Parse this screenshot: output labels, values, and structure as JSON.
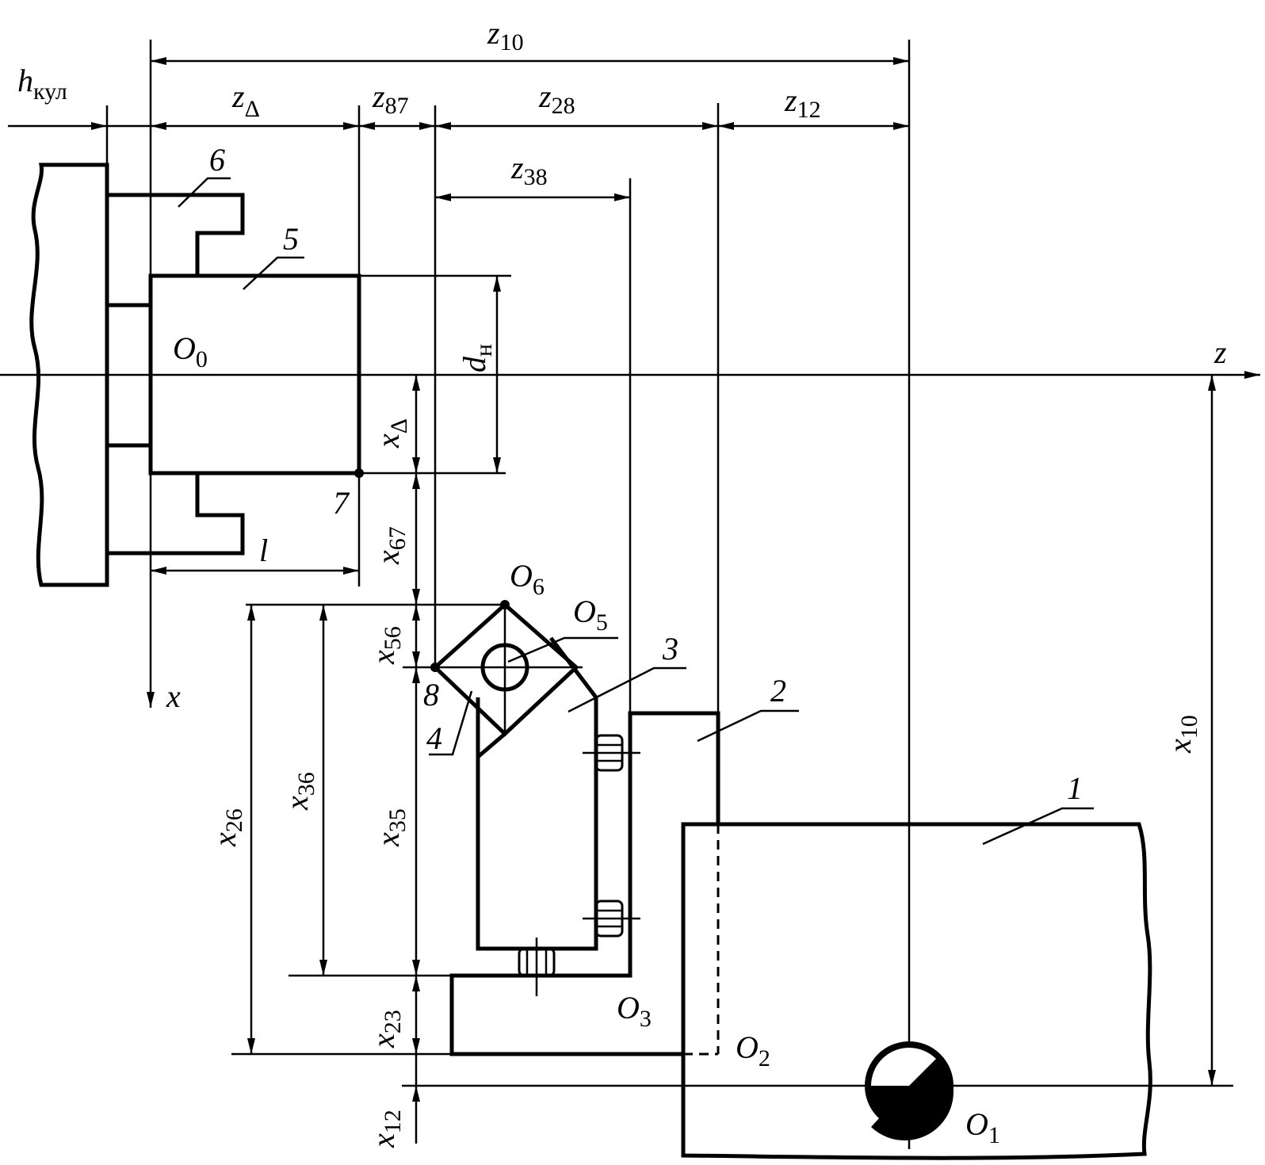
{
  "labels": {
    "h_kul": {
      "main": "h",
      "sub": "кул"
    },
    "z10": {
      "main": "z",
      "sub": "10"
    },
    "z_delta": {
      "main": "z",
      "sub": "Δ"
    },
    "z87": {
      "main": "z",
      "sub": "87"
    },
    "z28": {
      "main": "z",
      "sub": "28"
    },
    "z12": {
      "main": "z",
      "sub": "12"
    },
    "z38": {
      "main": "z",
      "sub": "38"
    },
    "d_n": {
      "main": "d",
      "sub": "н"
    },
    "x_delta": {
      "main": "x",
      "sub": "Δ"
    },
    "x67": {
      "main": "x",
      "sub": "67"
    },
    "x56": {
      "main": "x",
      "sub": "56"
    },
    "x26": {
      "main": "x",
      "sub": "26"
    },
    "x36": {
      "main": "x",
      "sub": "36"
    },
    "x35": {
      "main": "x",
      "sub": "35"
    },
    "x23": {
      "main": "x",
      "sub": "23"
    },
    "x12": {
      "main": "x",
      "sub": "12"
    },
    "x10": {
      "main": "x",
      "sub": "10"
    },
    "axis_z": "z",
    "axis_x": "x",
    "length_l": "l"
  },
  "points": {
    "O0": {
      "main": "O",
      "sub": "0"
    },
    "O1": {
      "main": "O",
      "sub": "1"
    },
    "O2": {
      "main": "O",
      "sub": "2"
    },
    "O3": {
      "main": "O",
      "sub": "3"
    },
    "O5": {
      "main": "O",
      "sub": "5"
    },
    "O6": {
      "main": "O",
      "sub": "6"
    },
    "p7": "7",
    "p8": "8"
  },
  "parts": {
    "p1": "1",
    "p2": "2",
    "p3": "3",
    "p4": "4",
    "p5": "5",
    "p6": "6"
  }
}
